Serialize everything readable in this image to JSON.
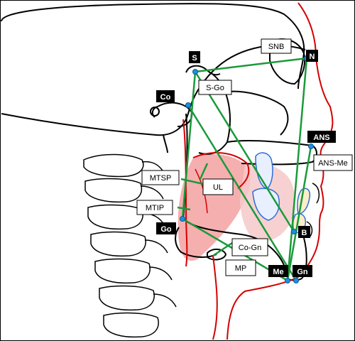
{
  "colors": {
    "outline": "#000000",
    "soft_tissue": "#d40000",
    "measurement_line": "#1a9a3a",
    "landmark_dot": "#1f8fdc",
    "tongue_fill": "#f4a6a6",
    "tooth_outline": "#2a6fd6",
    "label_dark_bg": "#000000",
    "label_light_bg": "#ffffff"
  },
  "landmarks": {
    "S": "S",
    "N": "N",
    "Co": "Co",
    "ANS": "ANS",
    "Go": "Go",
    "B": "B",
    "Me": "Me",
    "Gn": "Gn"
  },
  "measurements": {
    "SNB": "SNB",
    "S-Go": "S-Go",
    "ANS-Me": "ANS-Me",
    "MTSP": "MTSP",
    "MTIP": "MTIP",
    "UL": "UL",
    "Co-Gn": "Co-Gn",
    "MP": "MP"
  }
}
